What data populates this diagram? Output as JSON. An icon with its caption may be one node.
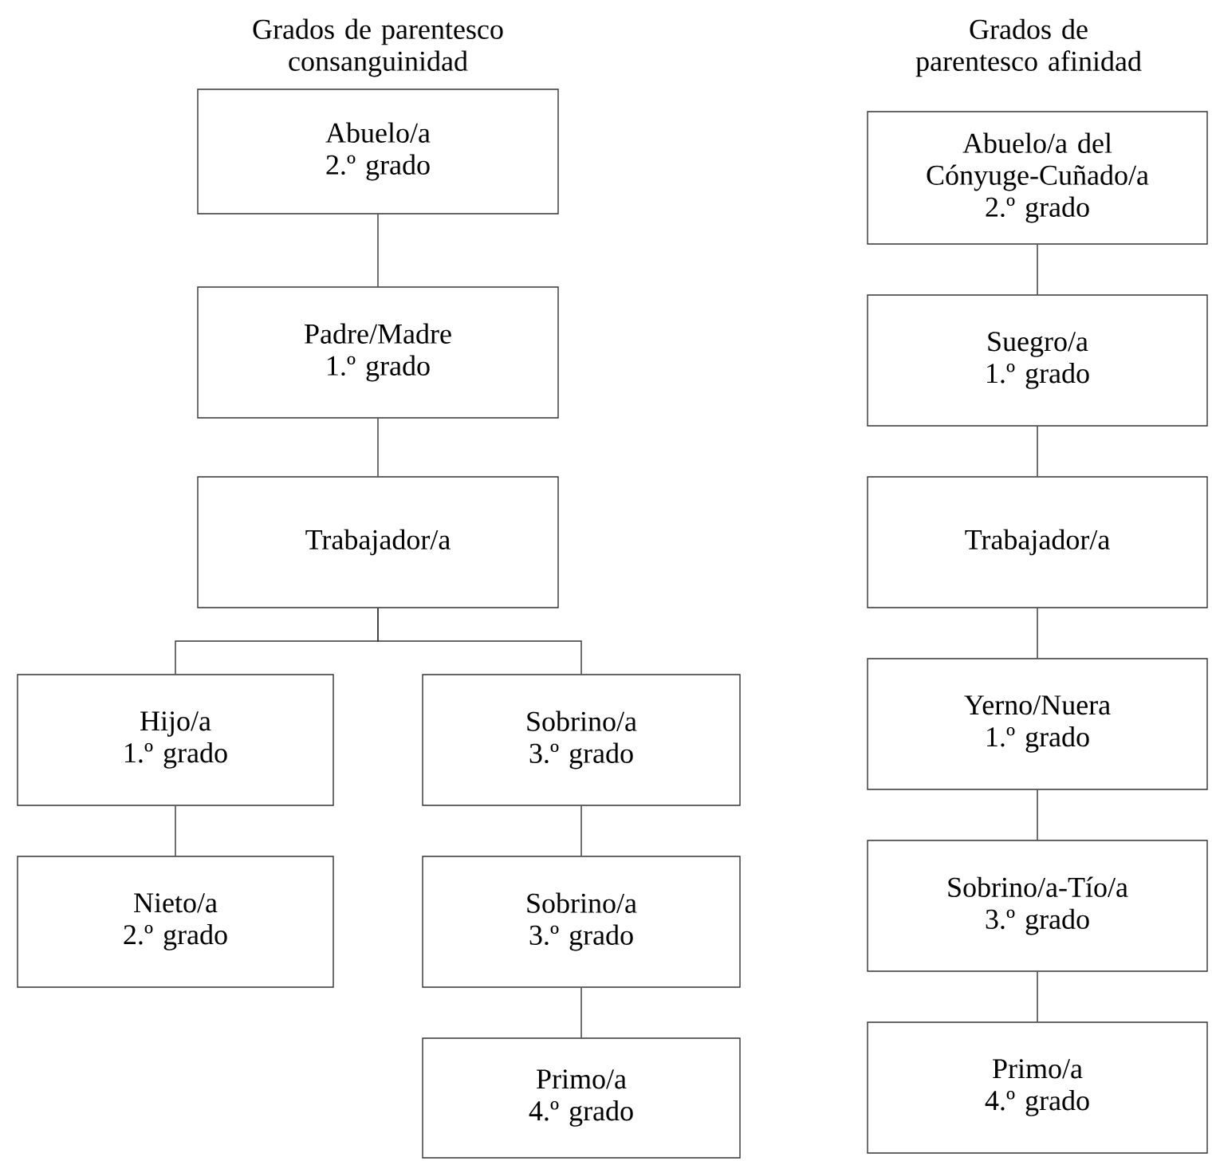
{
  "diagram": {
    "nodes": [
      {
        "text": [
          "Abuelo/a",
          "2.º grado"
        ]
      },
      {
        "text": [
          "Padre/Madre",
          "1.º grado"
        ]
      },
      {
        "text": [
          "Trabajador/a"
        ]
      },
      {
        "text": [
          "Hijo/a",
          "1.º grado"
        ]
      },
      {
        "text": [
          "Sobrino/a",
          "3.º grado"
        ]
      },
      {
        "text": [
          "Nieto/a",
          "2.º grado"
        ]
      },
      {
        "text": [
          "Sobrino/a",
          "3.º grado"
        ]
      },
      {
        "text": [
          "Primo/a",
          "4.º grado"
        ]
      },
      {
        "text": [
          "Abuelo/a del Cónyuge-Cuñado/a",
          "2.º grado"
        ]
      },
      {
        "text": [
          "Suegro/a",
          "1.º grado"
        ]
      },
      {
        "text": [
          "Trabajador/a"
        ]
      },
      {
        "text": [
          "Yerno/Nuera",
          "1.º grado"
        ]
      },
      {
        "text": [
          "Sobrino/a-Tío/a",
          "3.º grado"
        ]
      },
      {
        "text": [
          "Primo/a",
          "4.º grado"
        ]
      }
    ],
    "edges": [
      {
        "from": 0,
        "to": 1,
        "arrow": "none"
      },
      {
        "from": 1,
        "to": 2,
        "arrow": "none"
      },
      {
        "from": 2,
        "to": 3,
        "arrow": "none"
      },
      {
        "from": 2,
        "to": 4,
        "arrow": "none"
      },
      {
        "from": 3,
        "to": 5,
        "arrow": "none"
      },
      {
        "from": 4,
        "to": 6,
        "arrow": "none"
      },
      {
        "from": 6,
        "to": 7,
        "arrow": "none"
      },
      {
        "from": 8,
        "to": 9,
        "arrow": "none"
      },
      {
        "from": 9,
        "to": 10,
        "arrow": "none"
      },
      {
        "from": 10,
        "to": 11,
        "arrow": "none"
      },
      {
        "from": 11,
        "to": 12,
        "arrow": "none"
      },
      {
        "from": 12,
        "to": 13,
        "arrow": "none"
      }
    ],
    "labels": [
      "Grados de parentesco consanguinidad",
      "Grados de parentesco afinidad"
    ]
  }
}
